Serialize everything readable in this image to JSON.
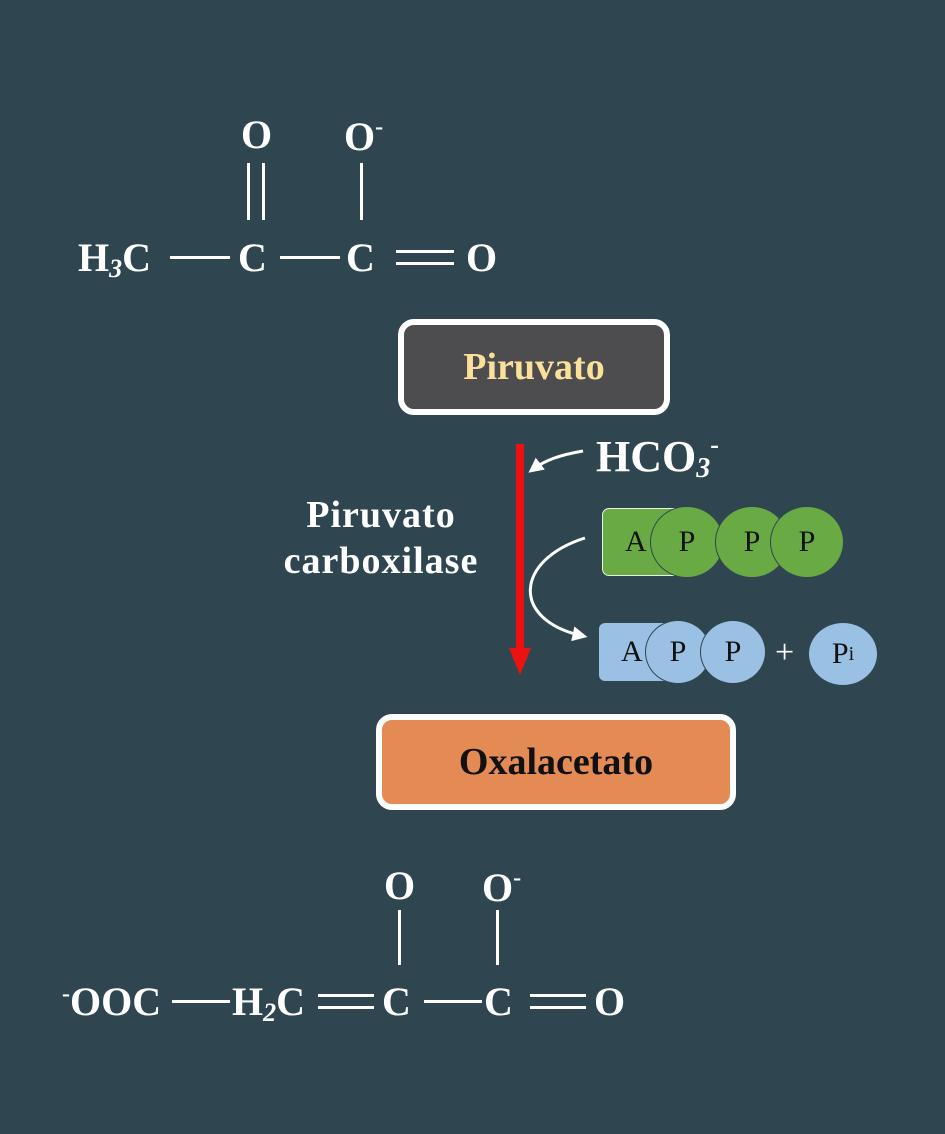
{
  "pyruvate": {
    "o_top_left": "O",
    "o_top_right": "O",
    "o_charge": "-",
    "h3c_h": "H",
    "h3c_sub": "3",
    "h3c_c": "C",
    "c2": "C",
    "c3": "C",
    "o_right": "O"
  },
  "pyruvate_box": {
    "label": "Piruvato",
    "bg": "#4d4c4e",
    "text_color": "#fbe09a"
  },
  "bicarbonate": {
    "main": "HCO",
    "sub": "3",
    "charge": "-"
  },
  "enzyme": {
    "line1": "Piruvato",
    "line2": "carboxilase"
  },
  "atp": {
    "a": "A",
    "p1": "P",
    "p2": "P",
    "p3": "P",
    "color": "#6aaa45"
  },
  "adp": {
    "a": "A",
    "p1": "P",
    "p2": "P",
    "plus": "+",
    "color": "#9ac0e3"
  },
  "pi": {
    "p": "P",
    "sub": "i"
  },
  "oxaloacetate_box": {
    "label": "Oxalacetato",
    "bg": "#e48b55",
    "text_color": "#111111"
  },
  "oxaloacetate": {
    "o_top_left": "O",
    "o_top_right": "O",
    "o_charge": "-",
    "left_charge": "-",
    "ooc": "OOC",
    "h2c_h": "H",
    "h2c_sub": "2",
    "h2c_c": "C",
    "c2": "C",
    "c3": "C",
    "o_right": "O"
  },
  "colors": {
    "background": "#2f4650",
    "arrow": "#ee1111"
  }
}
